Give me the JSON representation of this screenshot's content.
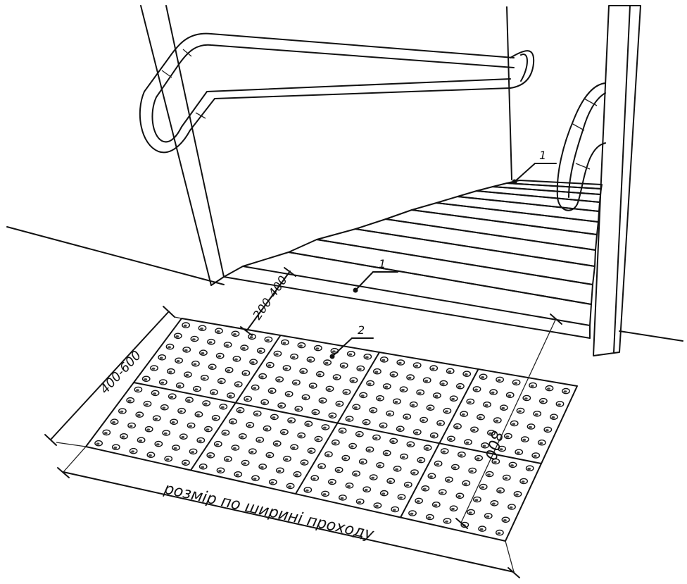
{
  "labels": {
    "step_edge_marking_top": "1",
    "step_edge_marking_bottom": "1",
    "tactile_tile": "2"
  },
  "dimensions": {
    "mat_depth": "400-600",
    "offset_from_step": "200-400",
    "mat_side": "800",
    "mat_width": "розмір по ширині проходу"
  }
}
